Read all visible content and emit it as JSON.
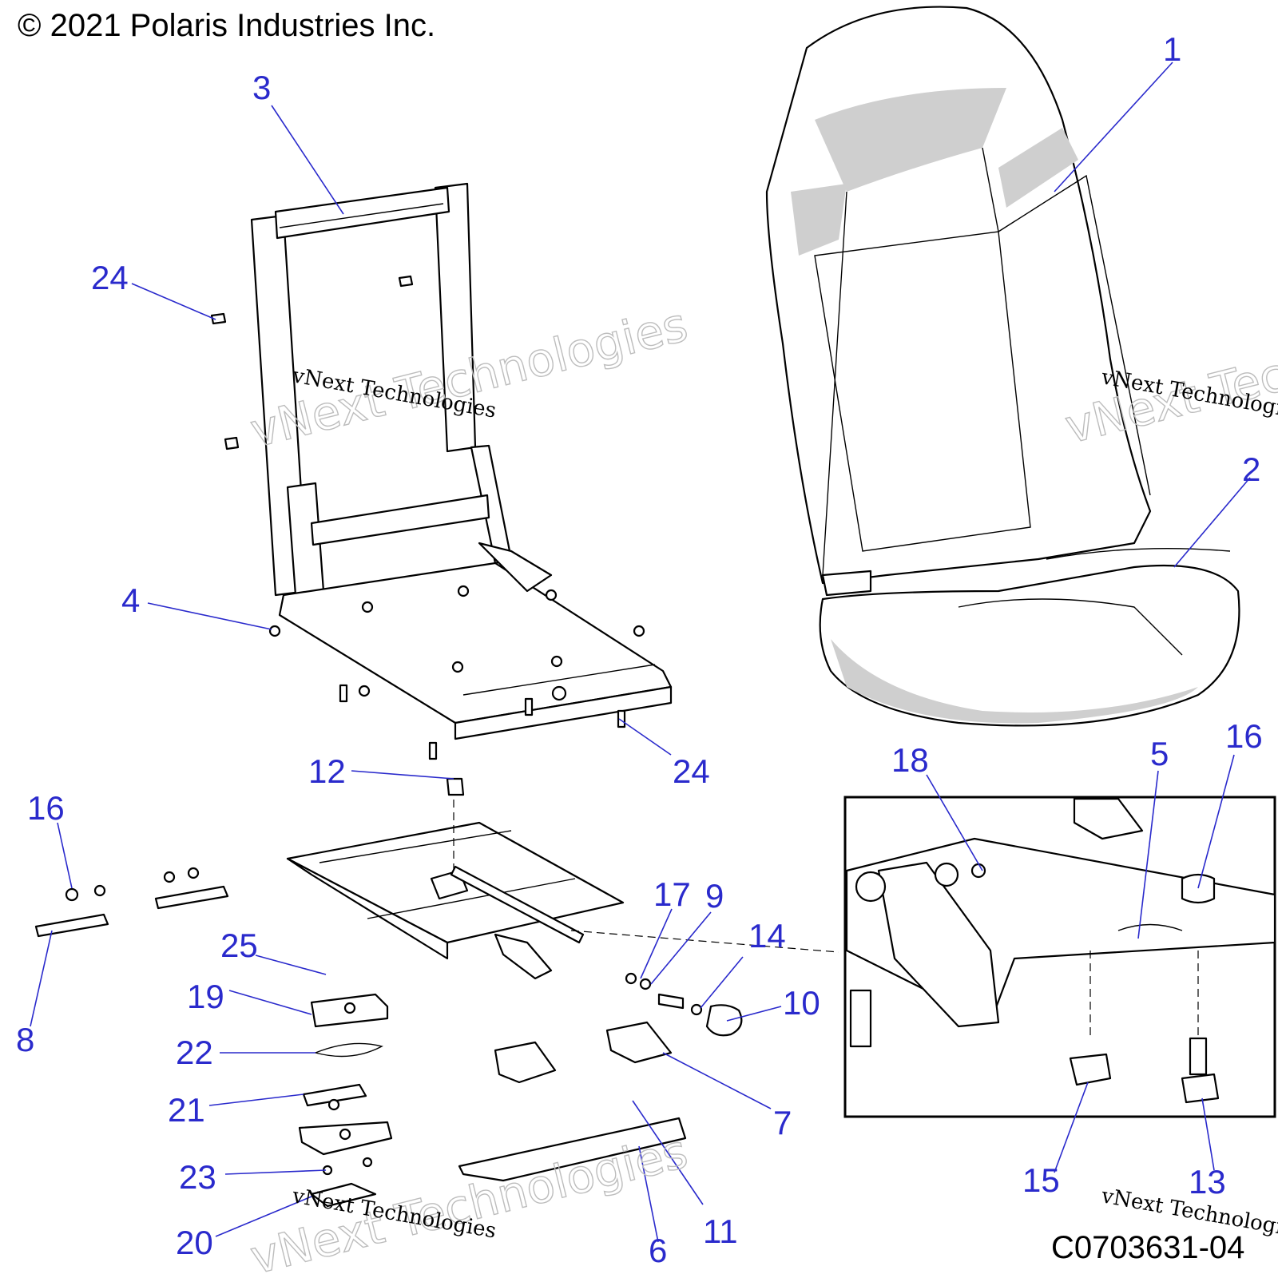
{
  "copyright": "© 2021 Polaris Industries Inc.",
  "drawing_code": "C0703631-04",
  "watermark": "vNext Technologies",
  "callouts": [
    "1",
    "2",
    "3",
    "4",
    "5",
    "6",
    "7",
    "8",
    "9",
    "10",
    "11",
    "12",
    "13",
    "14",
    "15",
    "16",
    "16",
    "17",
    "18",
    "19",
    "20",
    "21",
    "22",
    "23",
    "24",
    "24",
    "25"
  ]
}
